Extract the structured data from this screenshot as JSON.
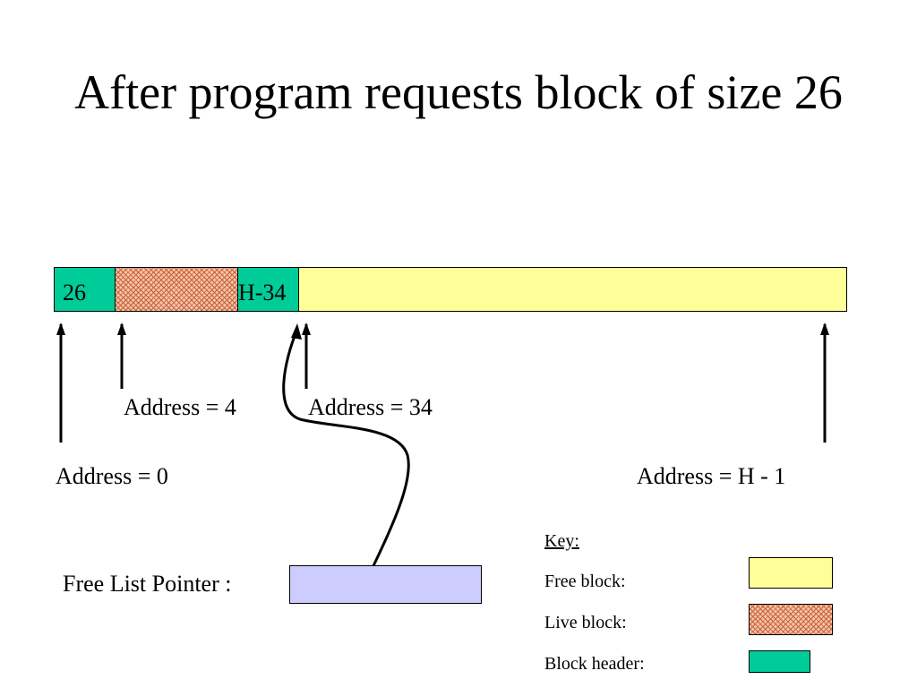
{
  "title": "After program requests block of size 26",
  "heap": {
    "header1_value": "26",
    "header2_value": "H-34"
  },
  "labels": {
    "addr0": "Address = 0",
    "addr4": "Address = 4",
    "addr34": "Address = 34",
    "addrH": "Address = H - 1"
  },
  "free_list_pointer": {
    "label": "Free List Pointer :"
  },
  "key": {
    "title": "Key:",
    "free_label": "Free block:",
    "live_label": "Live block:",
    "header_label": "Block header:"
  },
  "colors": {
    "free_block": "#ffff99",
    "live_block": "#f4c4a8",
    "block_header": "#00cc99",
    "pointer_box": "#ccccff"
  }
}
